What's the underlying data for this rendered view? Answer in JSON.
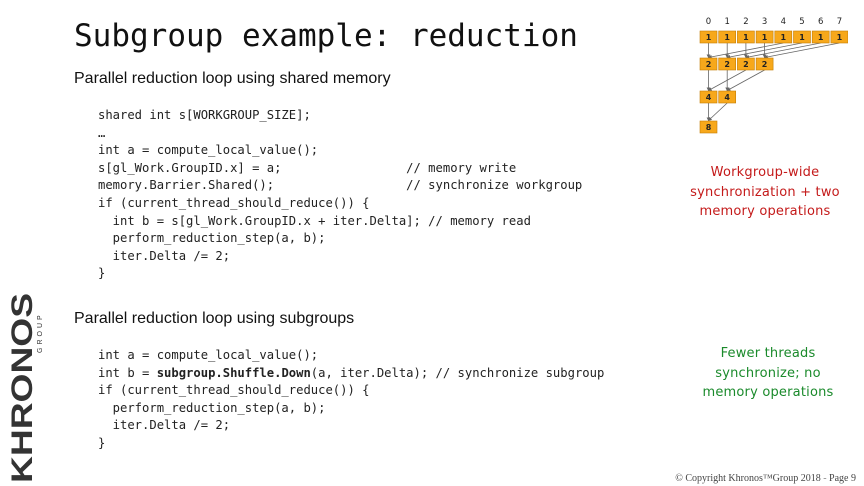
{
  "slide": {
    "title": "Subgroup example: reduction",
    "section1_heading": "Parallel reduction loop using shared memory",
    "section2_heading": "Parallel reduction loop using subgroups",
    "code1": [
      "shared int s[WORKGROUP_SIZE];",
      "…",
      "int a = compute_local_value();",
      "s[gl_Work.GroupID.x] = a;                 // memory write",
      "memory.Barrier.Shared();                  // synchronize workgroup",
      "if (current_thread_should_reduce()) {",
      "  int b = s[gl_Work.GroupID.x + iter.Delta]; // memory read",
      "  perform_reduction_step(a, b);",
      "  iter.Delta /= 2;",
      "}"
    ],
    "code2": {
      "line1": "int a = compute_local_value();",
      "line2_prefix": "int b = ",
      "line2_bold": "subgroup.Shuffle.Down",
      "line2_suffix": "(a, iter.Delta); // synchronize subgroup",
      "line3": "if (current_thread_should_reduce()) {",
      "line4": "  perform_reduction_step(a, b);",
      "line5": "  iter.Delta /= 2;",
      "line6": "}"
    },
    "note_workgroup": "Workgroup-wide synchronization + two memory operations",
    "note_subgroup": "Fewer threads synchronize; no memory operations",
    "footer_copyright": "© Copyright Khronos™Group 2018",
    "footer_separator": " - ",
    "footer_page": "Page 9",
    "logo_text": "KHRONOS",
    "logo_subtext": "GROUP"
  },
  "diagram": {
    "lane_indices": [
      "0",
      "1",
      "2",
      "3",
      "4",
      "5",
      "6",
      "7"
    ],
    "rows": [
      [
        "1",
        "1",
        "1",
        "1",
        "1",
        "1",
        "1",
        "1"
      ],
      [
        "2",
        "2",
        "2",
        "2"
      ],
      [
        "4",
        "4"
      ],
      [
        "8"
      ]
    ]
  },
  "colors": {
    "cell_fill": "#f7a81b",
    "cell_border": "#c47d05",
    "arrow": "#666666",
    "note_red": "#c41a1a",
    "note_green": "#1a8a2b",
    "logo": "#333333"
  }
}
